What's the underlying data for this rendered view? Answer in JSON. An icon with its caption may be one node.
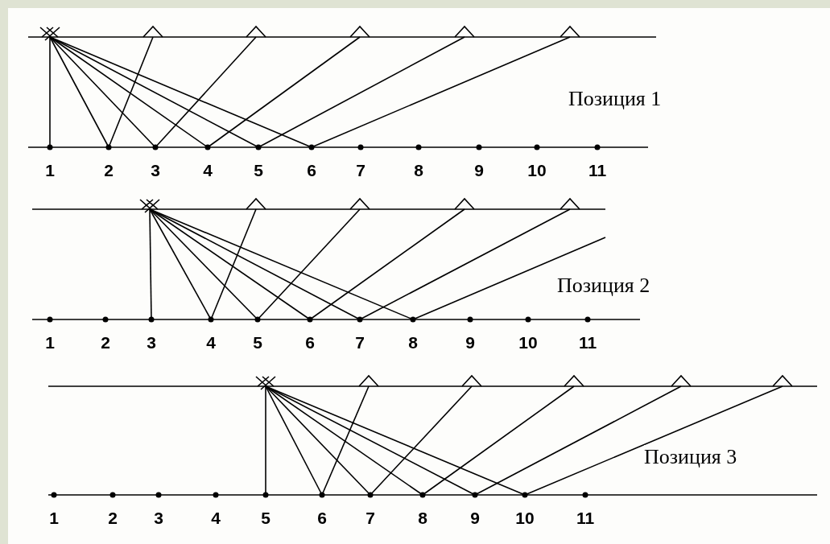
{
  "diagram": {
    "labels": [
      "Позиция 1",
      "1",
      "2",
      "3",
      "4",
      "5",
      "6",
      "7",
      "8",
      "9",
      "10",
      "11",
      "Позиция 2",
      "1",
      "2",
      "3",
      "4",
      "5",
      "6",
      "7",
      "8",
      "9",
      "10",
      "11",
      "Позиция 3",
      "1",
      "2",
      "3",
      "4",
      "5",
      "6",
      "7",
      "8",
      "9",
      "10",
      "11"
    ]
  }
}
